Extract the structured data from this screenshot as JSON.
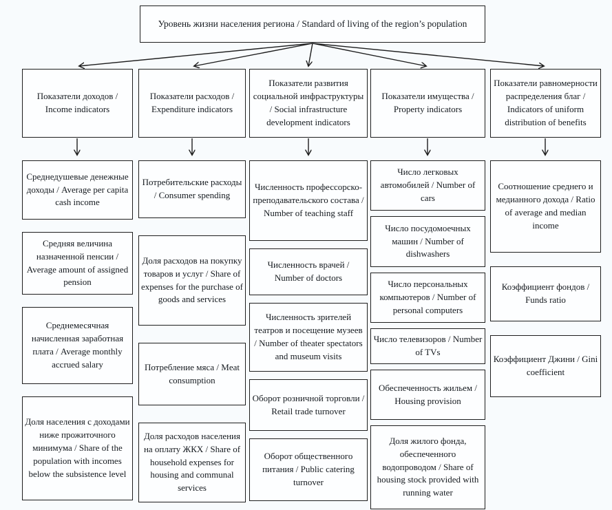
{
  "page": {
    "background_color": "#f8fbfd",
    "box_background_color": "#fdfeff",
    "border_color": "#1c1c1c",
    "text_color": "#151a1f"
  },
  "root": {
    "label": "Уровень жизни населения региона / Standard of living of the region’s population"
  },
  "columns": [
    {
      "category": "Показатели доходов / Income indicators",
      "items": [
        {
          "label": "Среднедушевые денежные доходы / Average per capita cash income"
        },
        {
          "label": "Средняя величина назначенной пенсии / Average amount of assigned pension"
        },
        {
          "label": "Среднемесячная начисленная заработная плата / Average monthly accrued salary"
        },
        {
          "label": "Доля населения с доходами ниже прожиточного минимума / Share of the population with incomes below the subsistence level"
        }
      ]
    },
    {
      "category": "Показатели расходов / Expenditure indicators",
      "items": [
        {
          "label": "Потребительские расходы / Consumer spending"
        },
        {
          "label": "Доля расходов на покупку товаров и услуг / Share of expenses for the purchase of goods and services"
        },
        {
          "label": "Потребление мяса / Meat consumption"
        },
        {
          "label": "Доля расходов населения на оплату ЖКХ / Share of household expenses for housing and communal services"
        }
      ]
    },
    {
      "category": "Показатели развития социальной инфраструктуры / Social infrastructure development indicators",
      "items": [
        {
          "label": "Численность профессорско-преподавательского состава / Number of teaching staff"
        },
        {
          "label": "Численность врачей / Number of doctors"
        },
        {
          "label": "Численность зрителей театров и посещение музеев / Number of theater spectators and museum visits"
        },
        {
          "label": "Оборот розничной торговли / Retail trade turnover"
        },
        {
          "label": "Оборот общественного питания / Public catering turnover"
        }
      ]
    },
    {
      "category": "Показатели имущества / Property indicators",
      "items": [
        {
          "label": "Число легковых автомобилей / Number of cars"
        },
        {
          "label": "Число посудомоечных машин / Number of dishwashers"
        },
        {
          "label": "Число персональных компьютеров / Number of personal computers"
        },
        {
          "label": "Число телевизоров / Number of TVs"
        },
        {
          "label": "Обеспеченность жильем / Housing provision"
        },
        {
          "label": "Доля жилого фонда, обеспеченного водопроводом / Share of housing stock provided with running water"
        }
      ]
    },
    {
      "category": "Показатели равномерности распределения благ / Indicators of uniform distribution of benefits",
      "items": [
        {
          "label": "Соотношение среднего и медианного дохода / Ratio of average and median income"
        },
        {
          "label": "Коэффициент фондов / Funds ratio"
        },
        {
          "label": "Коэффициент Джини / Gini coefficient"
        }
      ]
    }
  ]
}
